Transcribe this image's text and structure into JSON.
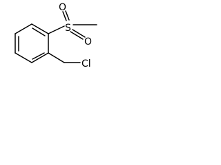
{
  "molecule": {
    "atoms": {
      "sulfur": "S",
      "oxygen_top": "O",
      "oxygen_bottom": "O",
      "chlorine": "Cl"
    }
  }
}
